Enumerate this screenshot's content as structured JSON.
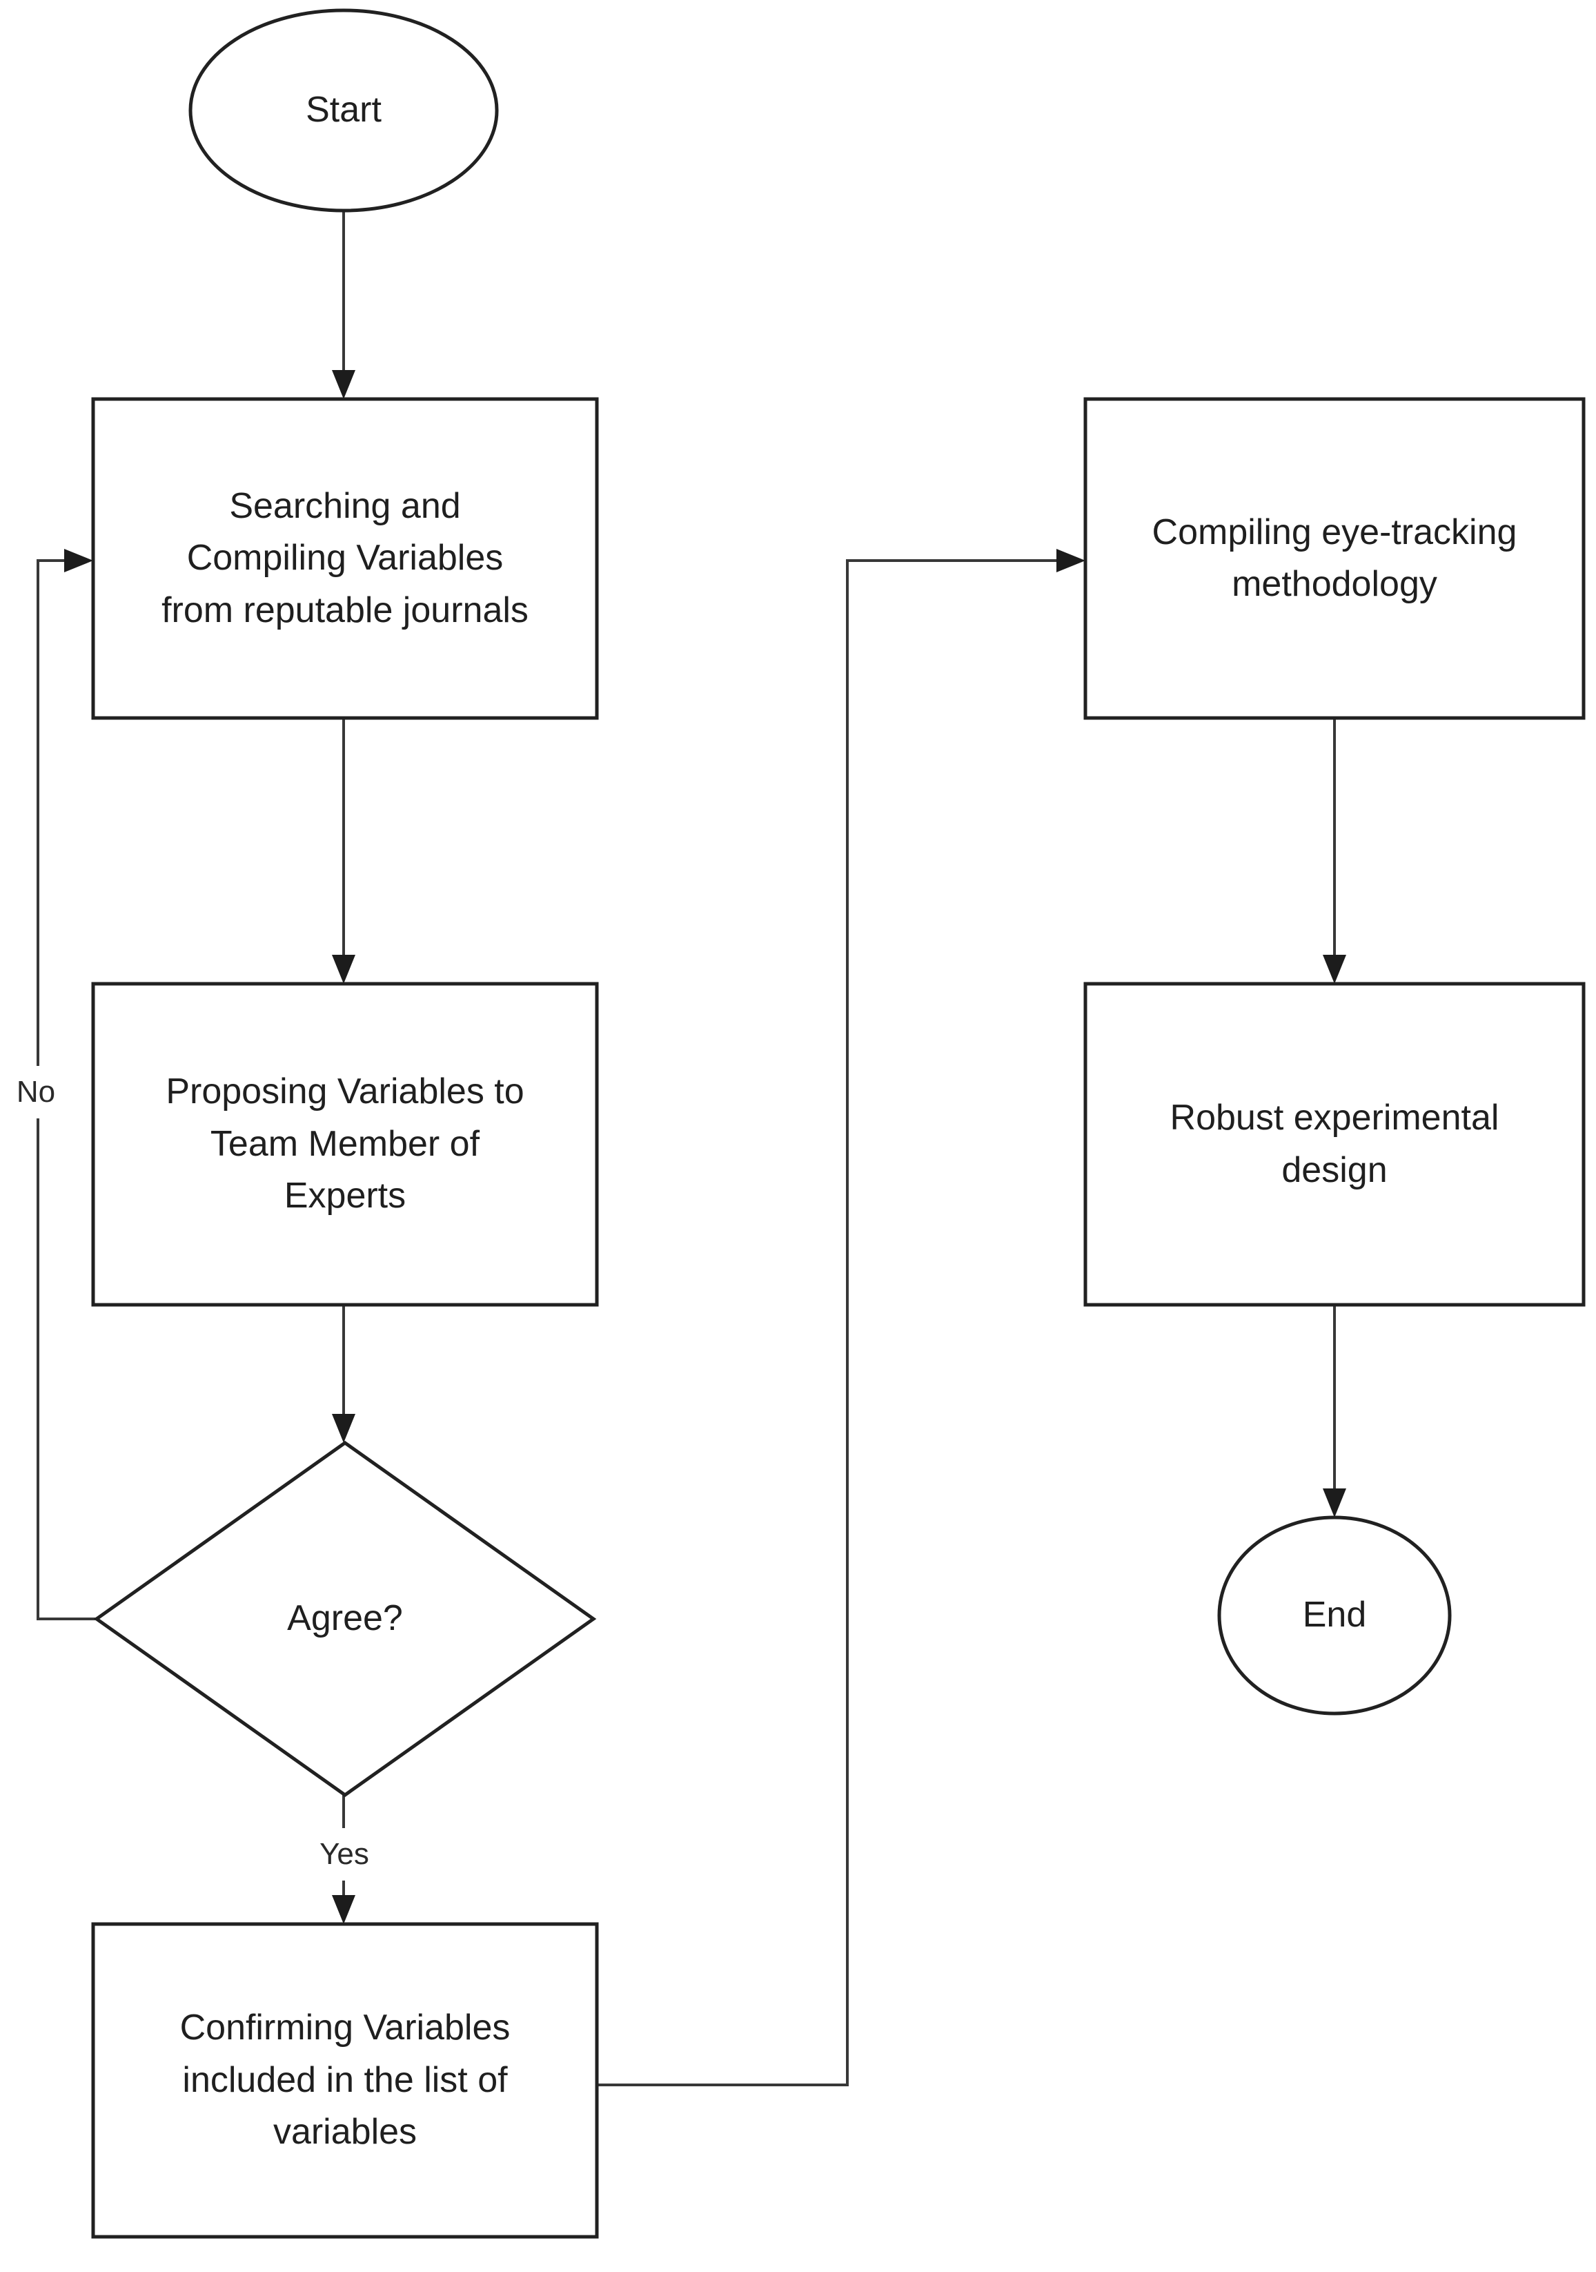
{
  "diagram": {
    "type": "flowchart",
    "colors": {
      "background": "#ffffff",
      "shape_fill": "#ffffff",
      "shape_stroke": "#212121",
      "line_stroke": "#383838",
      "text": "#1f1f1f"
    },
    "nodes": {
      "start": {
        "shape": "terminator",
        "label": "Start"
      },
      "searching": {
        "shape": "process",
        "label": "Searching and\nCompiling Variables\nfrom reputable journals"
      },
      "proposing": {
        "shape": "process",
        "label": "Proposing Variables to\nTeam Member of\nExperts"
      },
      "agree": {
        "shape": "decision",
        "label": "Agree?"
      },
      "confirming": {
        "shape": "process",
        "label": "Confirming Variables\nincluded in the list of\nvariables"
      },
      "compiling": {
        "shape": "process",
        "label": "Compiling eye-tracking\nmethodology"
      },
      "robust": {
        "shape": "process",
        "label": "Robust experimental\ndesign"
      },
      "end": {
        "shape": "terminator",
        "label": "End"
      }
    },
    "edges": {
      "yes_label": "Yes",
      "no_label": "No"
    }
  }
}
